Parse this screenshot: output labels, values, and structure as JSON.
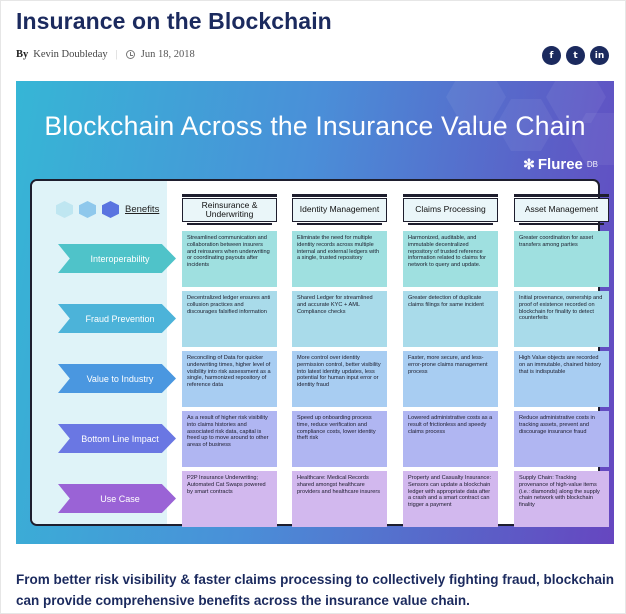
{
  "article": {
    "title": "Insurance on the Blockchain",
    "by_label": "By",
    "author": "Kevin Doubleday",
    "date": "Jun 18, 2018",
    "social": [
      {
        "icon": "facebook-icon",
        "glyph": "f"
      },
      {
        "icon": "twitter-icon",
        "glyph": "t"
      },
      {
        "icon": "linkedin-icon",
        "glyph": "in"
      }
    ],
    "caption": "From better risk visibility & faster claims processing to collectively fighting fraud, blockchain can provide comprehensive benefits across the insurance value chain."
  },
  "infographic": {
    "title": "Blockchain Across the Insurance Value Chain",
    "logo": {
      "name": "Fluree",
      "suffix": "DB"
    },
    "benefits_label": "Benefits",
    "columns": [
      "Reinsurance & Underwriting",
      "Identity Management",
      "Claims Processing",
      "Asset Management"
    ],
    "rows": [
      {
        "label": "Interoperability",
        "color": "#4fc3c9",
        "cell_color": "#9fe0e0",
        "cells": [
          "Streamlined communication and collaboration between insurers and reinsurers when underwriting or coordinating payouts after incidents",
          "Eliminate the need for multiple identity records across multiple internal and external ledgers with a single, trusted repository",
          "Harmonized, auditable, and immutable decentralized repository of trusted reference information related to claims for network to query and update.",
          "Greater coordination for asset transfers among parties"
        ]
      },
      {
        "label": "Fraud Prevention",
        "color": "#4cb3d9",
        "cell_color": "#a9dbea",
        "cells": [
          "Decentralized ledger ensures anti collusion practices and discourages falsified information",
          "Shared Ledger for streamlined and accurate KYC + AML Compliance checks",
          "Greater detection of duplicate claims filings for same incident",
          "Initial provenance, ownership and proof of existence recorded on blockchain for finality to detect counterfeits"
        ]
      },
      {
        "label": "Value to Industry",
        "color": "#4a97e0",
        "cell_color": "#a8cdf2",
        "cells": [
          "Reconciling of Data for quicker underwriting times, higher level of visibility into risk assessment as a single, harmonized repository of reference data",
          "More control over identity permission control, better visibility into latest identity updates, less potential for human input error or identity fraud",
          "Faster, more secure, and less-error-prone claims management process",
          "High Value objects are recorded on an immutable, chained history that is indisputable"
        ]
      },
      {
        "label": "Bottom Line Impact",
        "color": "#6a77e3",
        "cell_color": "#b0b6f2",
        "cells": [
          "As a result of higher risk visibility into claims histories and associated risk data, capital is freed up to move around to other areas of business",
          "Speed up onboarding process time, reduce verification and compliance costs, lower identity theft risk",
          "Lowered administrative costs as a result of frictionless and speedy claims process",
          "Reduce administrative costs in tracking assets, prevent and discourage insurance fraud"
        ]
      },
      {
        "label": "Use Case",
        "color": "#9a63d6",
        "cell_color": "#d2b8ee",
        "cells": [
          "P2P Insurance Underwriting; Automated Cat Swaps powered by smart contracts",
          "Healthcare: Medical Records shared amongst healthcare providers and healthcare insurers",
          "Property and Casualty Insurance: Sensors can update a blockchain ledger with appropriate data after a crash and a smart contract can trigger a payment",
          "Supply Chain: Tracking provenance of high-value items (i.e.: diamonds) along the supply chain network with blockchain finality"
        ]
      }
    ]
  }
}
